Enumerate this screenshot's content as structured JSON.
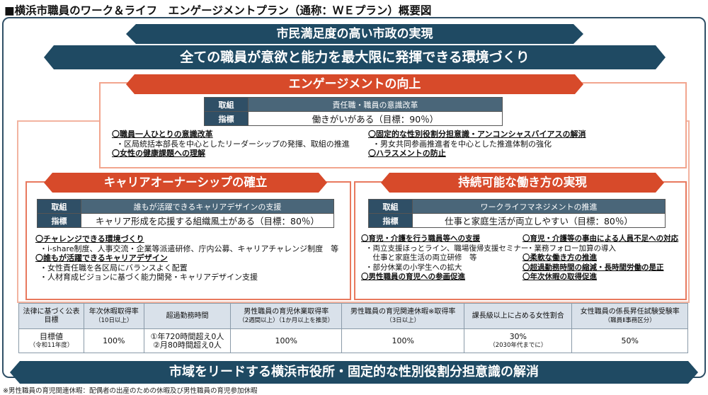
{
  "title": "■横浜市職員のワーク＆ライフ　エンゲージメントプラン（通称：ＷＥプラン）概要図",
  "top_banner": "市民満足度の高い市政の実現",
  "second_banner": "全ての職員が意欲と能力を最大限に発揮できる環境づくり",
  "bottom_banner": "市域をリードする横浜市役所・固定的な性別役割分担意識の解消",
  "footnote": "※男性職員の育児関連休暇：配偶者の出産のための休暇及び男性職員の育児参加休暇",
  "labels": {
    "torikumi": "取組",
    "shihyo": "指標"
  },
  "engagement": {
    "title": "エンゲージメントの向上",
    "torikumi": "責任職・職員の意識改革",
    "shihyo": "働きがいがある（目標：90％）",
    "left_items": [
      {
        "head": "〇職員一人ひとりの意識改革",
        "subs": [
          "・区局統括本部長を中心としたリーダーシップの発揮、取組の推進"
        ]
      },
      {
        "head": "〇女性の健康課題への理解",
        "subs": []
      }
    ],
    "right_items": [
      {
        "head": "〇固定的な性別役割分担意識・アンコンシャスバイアスの解消",
        "subs": [
          "・男女共同参画推進者を中心とした推進体制の強化"
        ]
      },
      {
        "head": "〇ハラスメントの防止",
        "subs": []
      }
    ]
  },
  "career": {
    "title": "キャリアオーナーシップの確立",
    "torikumi": "誰もが活躍できるキャリアデザインの支援",
    "shihyo": "キャリア形成を応援する組織風土がある（目標：80％）",
    "items": [
      {
        "head": "〇チャレンジできる環境づくり",
        "subs": [
          "・i-share制度、人事交流・企業等派遣研修、庁内公募、キャリアチャレンジ制度　等"
        ]
      },
      {
        "head": "〇誰もが活躍できるキャリアデザイン",
        "subs": [
          "・女性責任職を各区局にバランスよく配置",
          "・人材育成ビジョンに基づく能力開発・キャリアデザイン支援"
        ]
      }
    ]
  },
  "workstyle": {
    "title": "持続可能な働き方の実現",
    "torikumi": "ワークライフマネジメントの推進",
    "shihyo": "仕事と家庭生活が両立しやすい（目標：80％）",
    "left_items": [
      {
        "head": "〇育児・介護を行う職員等への支援",
        "subs": [
          "・両立支援ほっとライン、職場復帰支援セミナー",
          "　仕事と家庭生活の両立研修　等",
          "・部分休業の小学生への拡大"
        ]
      },
      {
        "head": "〇男性職員の育児への参画促進",
        "subs": []
      }
    ],
    "right_items": [
      {
        "head": "〇育児・介護等の事由による人員不足への対応",
        "subs": [
          "・業務フォロー加算の導入"
        ]
      },
      {
        "head": "〇柔軟な働き方の推進",
        "subs": []
      },
      {
        "head": "〇超過勤務時間の縮減・長時間労働の是正",
        "subs": []
      },
      {
        "head": "〇年次休暇の取得促進",
        "subs": []
      }
    ]
  },
  "metrics": {
    "row_label": "法律に基づく公表目標",
    "target_label": "目標値",
    "target_sub": "（令和11年度）",
    "columns": [
      {
        "name": "年次休暇取得率",
        "note": "（10日以上）",
        "value": "100%",
        "value_note": ""
      },
      {
        "name": "超過勤務時間",
        "note": "",
        "value": "①年720時間超え0人",
        "value2": "②月80時間超え0人",
        "value_note": ""
      },
      {
        "name": "男性職員の育児休業取得率",
        "note": "（2週間以上）（1か月以上を推奨）",
        "value": "100%",
        "value_note": ""
      },
      {
        "name": "男性職員の育児関連休暇※取得率",
        "note": "（3日以上）",
        "value": "100%",
        "value_note": ""
      },
      {
        "name": "課長級以上に占める女性割合",
        "note": "",
        "value": "30%",
        "value_note": "（2030年代までに）"
      },
      {
        "name": "女性職員の係長昇任試験受験率",
        "note": "（職員Ⅱ事務区分）",
        "value": "50%",
        "value_note": ""
      }
    ]
  }
}
